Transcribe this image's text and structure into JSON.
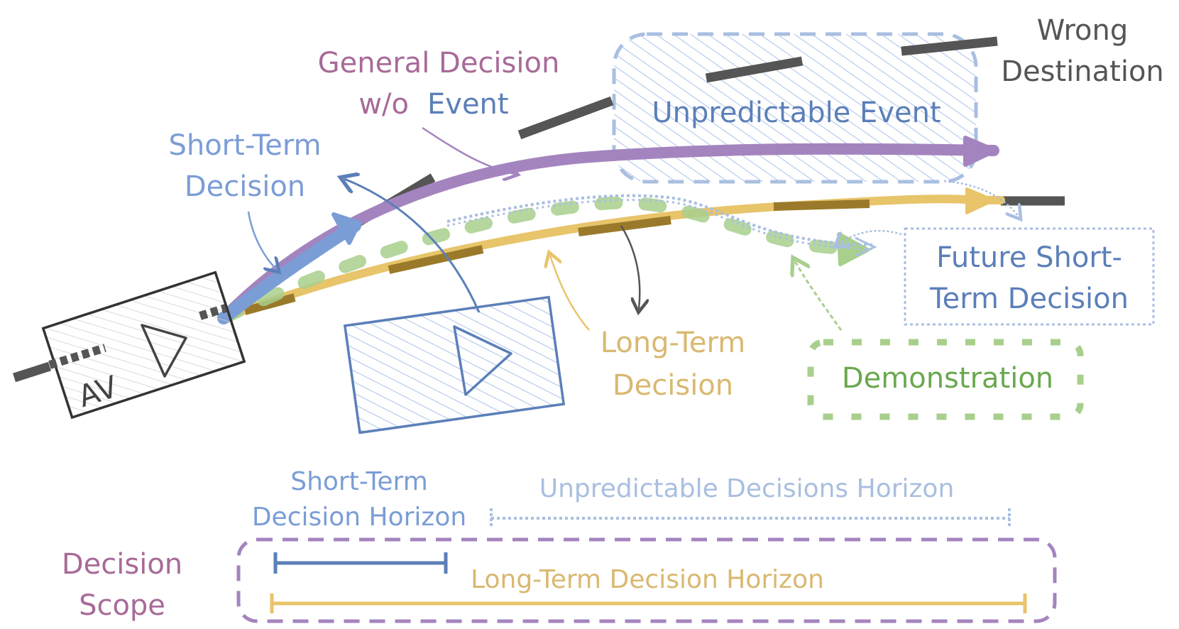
{
  "colors": {
    "road": "#555555",
    "purple": "#a484be",
    "purple_text": "#a86a98",
    "blue": "#5b7fb8",
    "blue_light": "#7b9dd6",
    "blue_pale": "#a9bfe0",
    "yellow": "#e8c46a",
    "yellow_text": "#d9b870",
    "green": "#a8cf8c",
    "green_text": "#6aa84f",
    "gray_text": "#555555"
  },
  "labels": {
    "wrong_destination": [
      "Wrong",
      "Destination"
    ],
    "general_decision": "General Decision",
    "wo": "w/o",
    "event": "Event",
    "unpredictable_event": "Unpredictable Event",
    "short_term_decision": [
      "Short-Term",
      "Decision"
    ],
    "future_short_term": [
      "Future Short-",
      "Term Decision"
    ],
    "long_term_decision": [
      "Long-Term",
      "Decision"
    ],
    "demonstration": "Demonstration",
    "av": "AV"
  },
  "horizons": {
    "short_term": [
      "Short-Term",
      "Decision Horizon"
    ],
    "unpredictable": "Unpredictable Decisions Horizon",
    "long_term": "Long-Term Decision Horizon",
    "decision_scope": [
      "Decision",
      "Scope"
    ]
  }
}
